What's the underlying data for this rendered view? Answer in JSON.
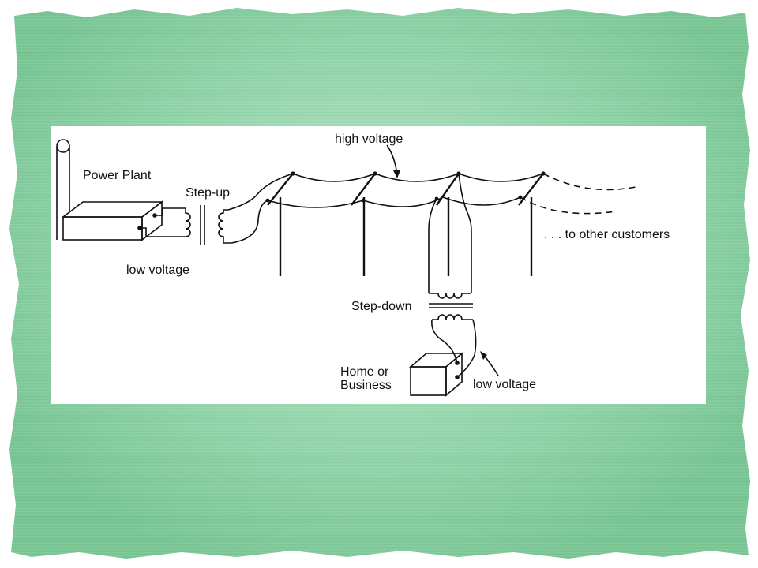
{
  "diagram": {
    "labels": {
      "high_voltage": "high voltage",
      "power_plant": "Power Plant",
      "step_up": "Step-up",
      "low_voltage_plant": "low voltage",
      "to_other_customers": ". . . to other customers",
      "step_down": "Step-down",
      "home_line1": "Home or",
      "home_line2": "Business",
      "low_voltage_home": "low voltage"
    },
    "colors": {
      "background_green": "#8fd4a8",
      "panel": "#ffffff",
      "line": "#111111"
    }
  }
}
